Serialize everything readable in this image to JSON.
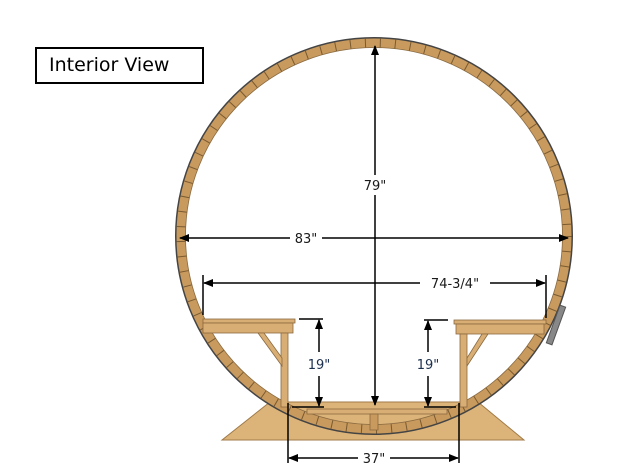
{
  "title": "Interior View",
  "dimensions": {
    "height": "79\"",
    "outer_width": "83\"",
    "bench_span": "74-3/4\"",
    "left_bench_height": "19\"",
    "right_bench_height": "19\"",
    "floor_width": "37\""
  },
  "colors": {
    "wood": "#c89a5e",
    "wood_light": "#dcb47a",
    "outline": "#4a4a4a"
  }
}
